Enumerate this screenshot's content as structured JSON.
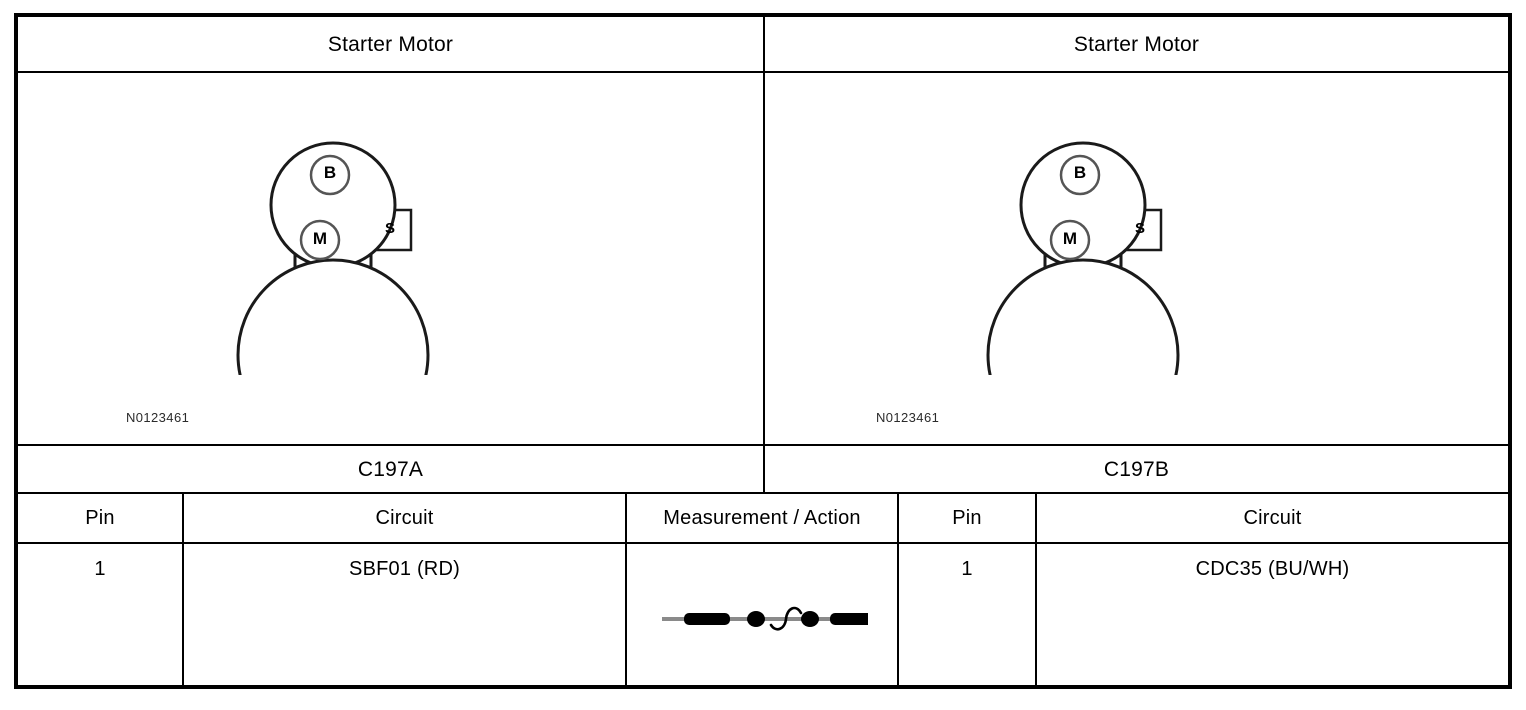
{
  "document": {
    "type": "connector-pinout-table",
    "title_left": "Starter Motor",
    "title_right": "Starter Motor"
  },
  "panels": [
    {
      "side": "left",
      "title": "Starter Motor",
      "illustration_id": "N0123461",
      "illustration": {
        "component": "starter-motor",
        "terminals": [
          "B",
          "M",
          "S"
        ]
      },
      "connector": "C197A",
      "columns": [
        "Pin",
        "Circuit"
      ],
      "rows": [
        {
          "pin": "1",
          "circuit": "SBF01 (RD)"
        }
      ]
    },
    {
      "side": "right",
      "title": "Starter Motor",
      "illustration_id": "N0123461",
      "illustration": {
        "component": "starter-motor",
        "terminals": [
          "B",
          "M",
          "S"
        ]
      },
      "connector": "C197B",
      "columns": [
        "Pin",
        "Circuit"
      ],
      "rows": [
        {
          "pin": "1",
          "circuit": "CDC35 (BU/WH)"
        }
      ]
    }
  ],
  "measurement": {
    "header": "Measurement / Action",
    "symbol": "resistance-continuity-probe-symbol",
    "value": ""
  },
  "terminals": {
    "b": "B",
    "m": "M",
    "s": "S"
  },
  "colors": {
    "border": "#000000",
    "text": "#000000",
    "illustration_line": "#1a1a1a",
    "symbol_line": "#808080",
    "symbol_probe": "#000000"
  }
}
